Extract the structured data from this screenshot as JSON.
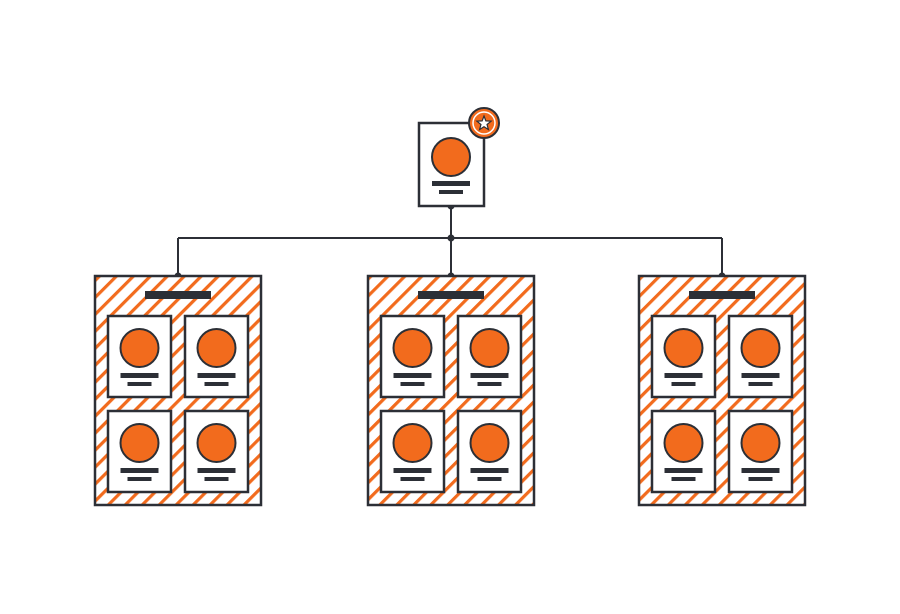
{
  "colors": {
    "accent": "#f26b1d",
    "ink": "#2c2f36",
    "background": "#ffffff"
  },
  "lead": {
    "icon": "star-badge-icon"
  },
  "teams": [
    {
      "member_count": 4
    },
    {
      "member_count": 4
    },
    {
      "member_count": 4
    }
  ]
}
